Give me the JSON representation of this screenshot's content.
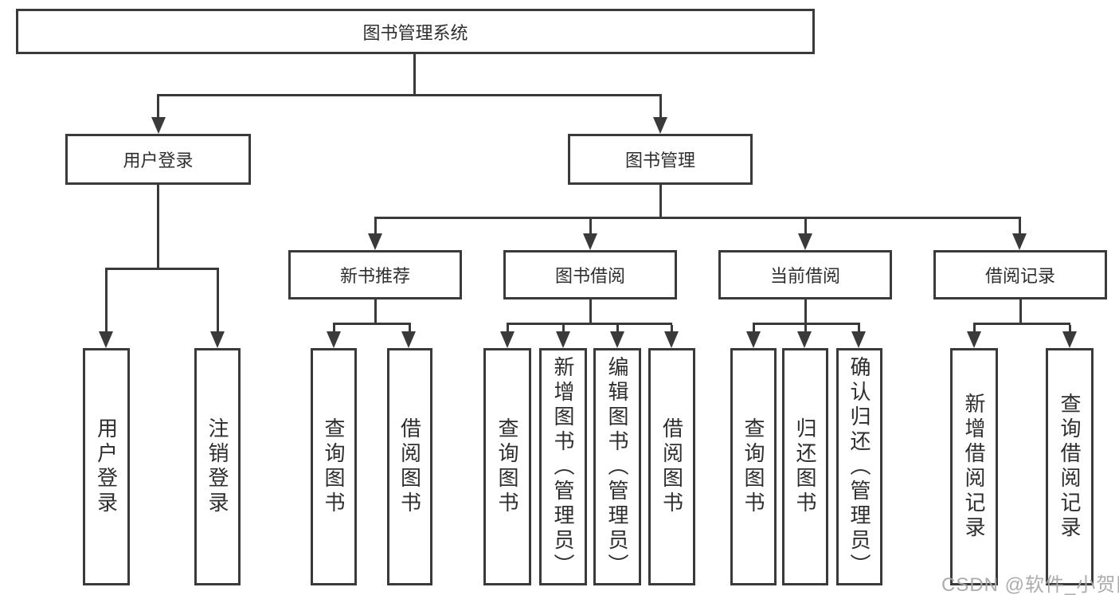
{
  "diagram": {
    "title_node": "图书管理系统",
    "level2": {
      "user_login": "用户登录",
      "book_management": "图书管理"
    },
    "level3": {
      "new_book_recommend": "新书推荐",
      "book_borrowing": "图书借阅",
      "current_borrowing": "当前借阅",
      "borrowing_records": "借阅记录"
    },
    "leaves": {
      "user_login_children": [
        "用户登录",
        "注销登录"
      ],
      "new_book_children": [
        "查询图书",
        "借阅图书"
      ],
      "borrowing_children": [
        "查询图书",
        "新增图书（管理员）",
        "编辑图书（管理员）",
        "借阅图书"
      ],
      "current_children": [
        "查询图书",
        "归还图书",
        "确认归还（管理员）"
      ],
      "records_children": [
        "新增借阅记录",
        "查询借阅记录"
      ]
    },
    "colors": {
      "line": "#3a3a3a",
      "text": "#2e2e2e",
      "background": "#ffffff",
      "watermark": "#a8a8a8"
    }
  },
  "watermark": "CSDN @软件_小贺同学"
}
